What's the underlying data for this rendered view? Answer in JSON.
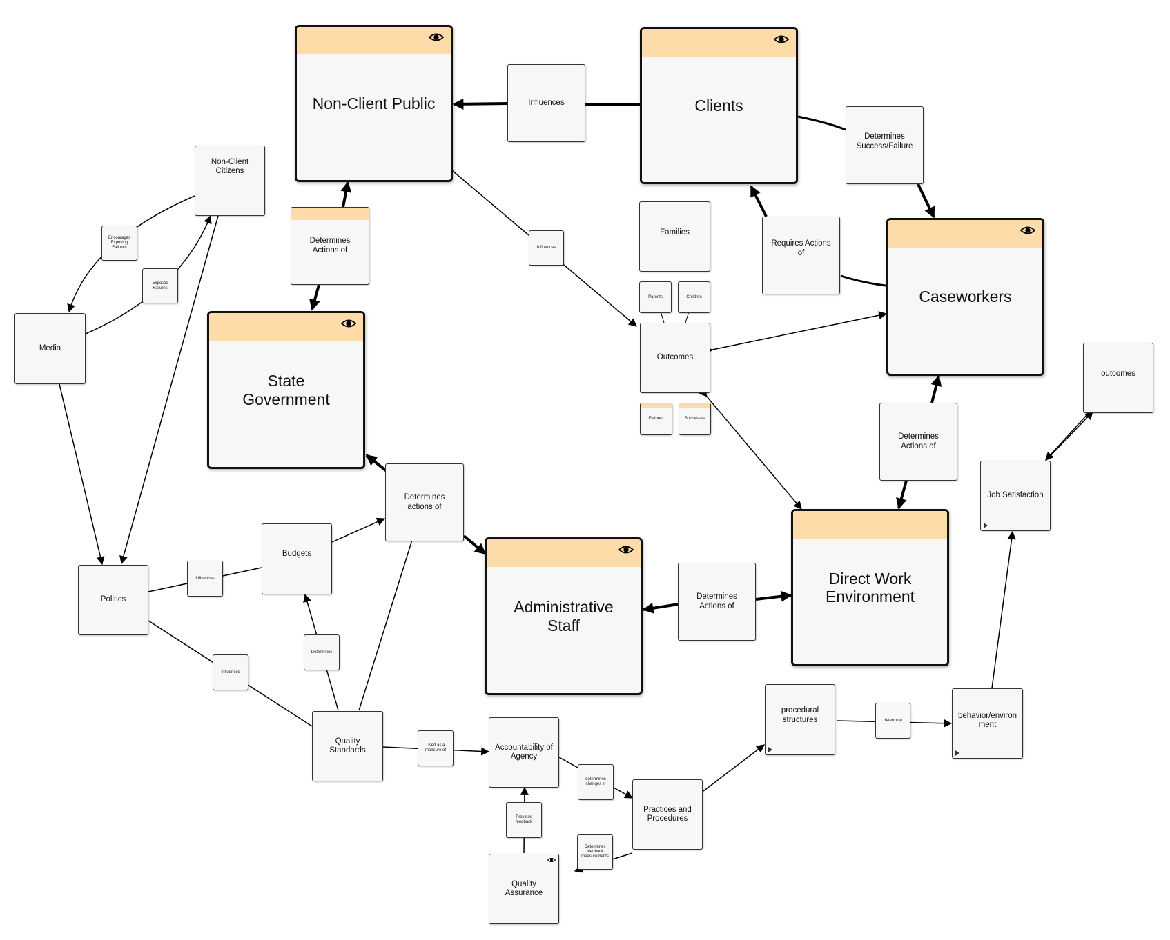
{
  "nodes": {
    "non_client_public": "Non-Client Public",
    "clients": "Clients",
    "caseworkers": "Caseworkers",
    "state_government": "State\nGovernment",
    "administrative_staff": "Administrative\nStaff",
    "direct_work_environment": "Direct Work\nEnvironment",
    "non_client_citizens": "Non-Client\nCitizens",
    "media": "Media",
    "politics": "Politics",
    "budgets": "Budgets",
    "quality_standards": "Quality Standards",
    "accountability_of_agency": "Accountability of\nAgency",
    "practices_and_procedures": "Practices and\nProcedures",
    "quality_assurance": "Quality\nAssurance",
    "procedural_structures": "procedural\nstructures",
    "behavior_environment": "behavior/environ\nment",
    "job_satisfaction": "Job Satisfaction",
    "outcomes_lower": "outcomes",
    "families": "Families",
    "parents": "Parents",
    "children": "Children",
    "outcomes": "Outcomes",
    "failures": "Failures",
    "successes": "Successes"
  },
  "edge_labels": {
    "influences_top": "Influences",
    "determines_success_failure": "Determines\nSuccess/Failure",
    "requires_actions_of": "Requires Actions\nof",
    "determines_actions_of_state": "Determines\nActions of",
    "determines_actions_of_dwe": "Determines\nActions of",
    "determines_actions_of_admin": "Determines\nActions of",
    "determines_actions_of_center": "Determines\nactions of",
    "influences_mid": "Influences",
    "encourages_exposing_failures": "Encourages\nExposing Failures",
    "exposes_failures": "Exposes Failures",
    "influences_politics_budgets": "Influences",
    "influences_politics_quality": "Influences",
    "determines": "Determines",
    "used_as_measure_of": "Used as a\nmeasure of",
    "determines_changes_in": "determines\nchanges in",
    "provides_feedback": "Provides\nfeedback",
    "determines_feedback_measurements": "Determines\nfeedback\nmeasurements",
    "determine": "determine"
  },
  "colors": {
    "header": "#fddcaa",
    "node_fill": "#f7f7f7",
    "edge": "#000000"
  },
  "icons": {
    "view": "eye-icon",
    "expand": "triangle-corner-icon"
  }
}
